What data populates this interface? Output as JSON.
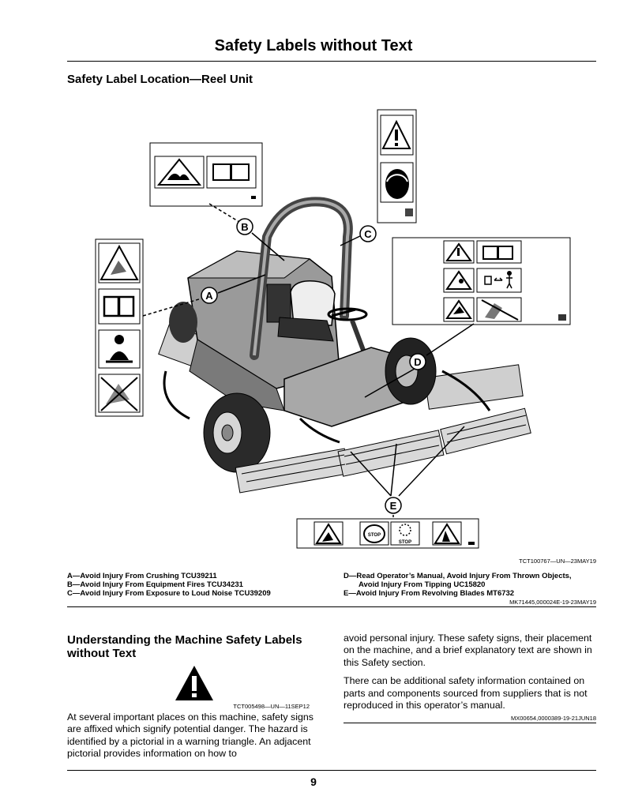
{
  "page": {
    "title": "Safety Labels without Text",
    "number": "9"
  },
  "section1": {
    "heading": "Safety Label Location—Reel Unit",
    "figure": {
      "ref": "TCT100767—UN—23MAY19",
      "callouts": [
        "A",
        "B",
        "C",
        "D",
        "E"
      ],
      "stop_label": "STOP"
    },
    "captions_left": [
      "A—Avoid Injury From Crushing TCU39211",
      "B—Avoid Injury From Equipment Fires TCU34231",
      "C—Avoid Injury From Exposure to Loud Noise TCU39209"
    ],
    "captions_right": [
      "D—Read Operator’s Manual, Avoid Injury From Thrown Objects,",
      "Avoid Injury From Tipping UC15820",
      "E—Avoid Injury From Revolving Blades MT6732"
    ],
    "ref": "MK71445,000024E-19-23MAY19"
  },
  "section2": {
    "heading_line1": "Understanding the Machine Safety Labels",
    "heading_line2": "without Text",
    "icon_ref": "TCT005498—UN—11SEP12",
    "left_text": "At several important places on this machine, safety signs are affixed which signify potential danger. The hazard is identified by a pictorial in a warning triangle. An adjacent pictorial provides information on how to",
    "right_p1": "avoid personal injury. These safety signs, their placement on the machine, and a brief explanatory text are shown in this Safety section.",
    "right_p2": "There can be additional safety information contained on parts and components sourced from suppliers that is not reproduced in this operator’s manual.",
    "ref": "MX00654,0000389-19-21JUN18"
  }
}
